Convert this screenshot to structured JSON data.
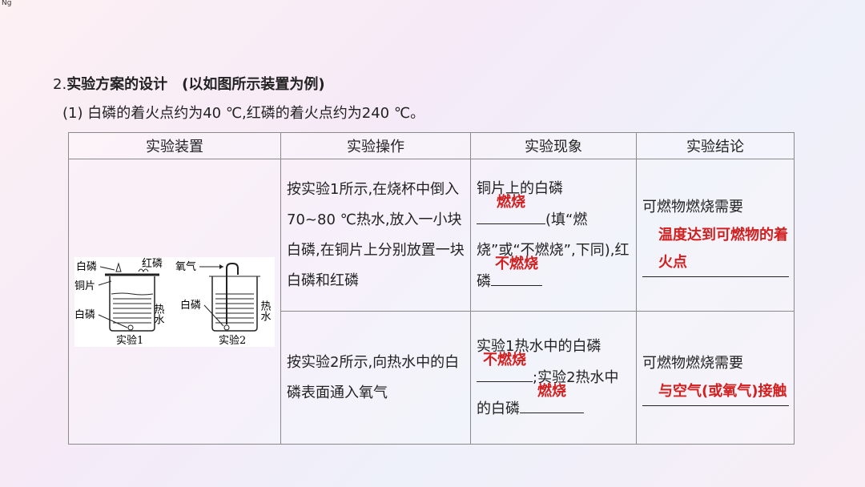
{
  "logo_text": "Ng",
  "heading": {
    "number": "2.",
    "title": "实验方案的设计　(以如图所示装置为例)"
  },
  "note": "(1) 白磷的着火点约为40 ℃,红磷的着火点约为240 ℃。",
  "table": {
    "headers": [
      "实验装置",
      "实验操作",
      "实验现象",
      "实验结论"
    ],
    "figure_labels": {
      "white_p_top": "白磷",
      "red_p": "红磷",
      "copper": "铜片",
      "white_p_bottom": "白磷",
      "hot_water_1": "热水",
      "oxygen": "氧气",
      "white_p_2": "白磷",
      "hot_water_2": "热水",
      "exp1": "实验1",
      "exp2": "实验2"
    },
    "row1": {
      "operation": "按实验1所示,在烧杯中倒入70~80 ℃热水,放入一小块白磷,在铜片上分别放置一块白磷和红磷",
      "phenomenon_pre": "铜片上的白磷",
      "phenomenon_ans1": "燃烧",
      "phenomenon_mid": "(填“燃烧”或“不燃烧”,下同),红磷",
      "phenomenon_ans2": "不燃烧",
      "conclusion_pre": "可燃物燃烧需要",
      "conclusion_ans": "温度达到可燃物的着火点"
    },
    "row2": {
      "operation": "按实验2所示,向热水中的白磷表面通入氧气",
      "phenomenon_pre": "实验1热水中的白磷",
      "phenomenon_ans1": "不燃烧",
      "phenomenon_mid": ";实验2热水中的白磷",
      "phenomenon_ans2": "燃烧",
      "conclusion_pre": "可燃物燃烧需要",
      "conclusion_ans": "与空气(或氧气)接触"
    }
  }
}
